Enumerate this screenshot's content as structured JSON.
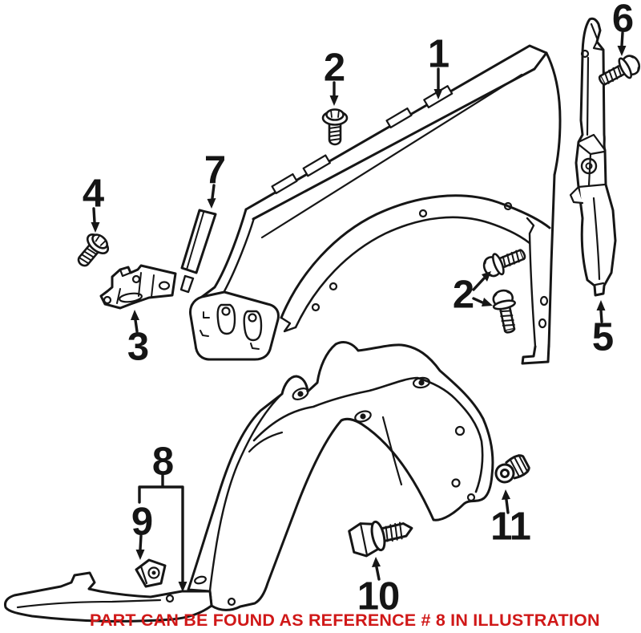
{
  "caption": {
    "text": "PART CAN BE FOUND AS REFERENCE # 8 IN ILLUSTRATION"
  },
  "callouts": {
    "c1": "1",
    "c2_top": "2",
    "c2_side": "2",
    "c3": "3",
    "c4": "4",
    "c5": "5",
    "c6": "6",
    "c7": "7",
    "c8": "8",
    "c9": "9",
    "c10": "10",
    "c11": "11"
  },
  "colors": {
    "ink": "#161616",
    "caption_red": "#d01818",
    "background": "#ffffff"
  }
}
